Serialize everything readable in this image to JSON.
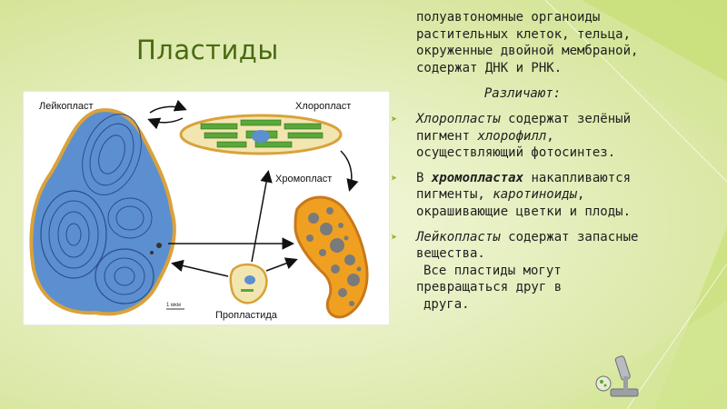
{
  "slide": {
    "title": "Пластиды",
    "intro": "полуавтономные органоиды растительных клеток, тельца, окруженные двойной мембраной, содержат ДНК и РНК.",
    "razlichayut": "Различают:",
    "b1_em": "Хлоропласты",
    "b1_a": " содержат зелёный пигмент ",
    "b1_em2": "хлорофилл",
    "b1_b": ", осуществляющий фотосинтез.",
    "b2_a": "В ",
    "b2_em": "хромопластах",
    "b2_b": " накапливаются пигменты, ",
    "b2_em2": "каротиноиды",
    "b2_c": ", окрашивающие цветки и плоды.",
    "b3_em": "Лейкопласты",
    "b3_a": " содержат запасные вещества.",
    "tail_1": "Все пластиды могут",
    "tail_2": "превращаться друг в",
    "tail_3": "друга."
  },
  "diagram": {
    "leukoplast": "Лейкопласт",
    "chloroplast": "Хлоропласт",
    "chromoplast": "Хромопласт",
    "proplastid": "Пропластида",
    "scale": "1 мкм"
  },
  "colors": {
    "title": "#4a6a12",
    "accent": "#8cb22d",
    "leuko_fill": "#5c8fd0",
    "chloro_fill": "#5aa83a",
    "chromo_fill": "#f0a020"
  }
}
